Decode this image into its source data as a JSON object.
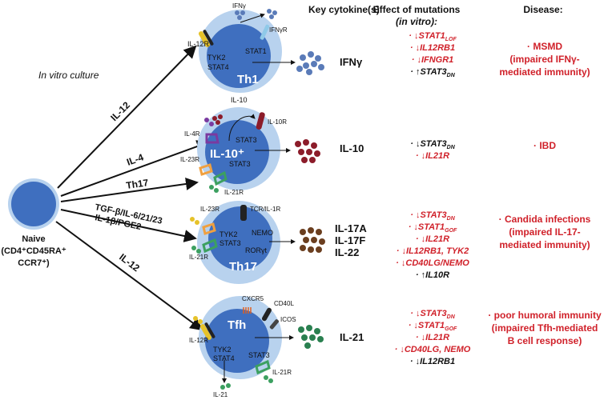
{
  "headers": {
    "key_cytokines": "Key cytokine(s)",
    "effect_line1": "Effect of mutations",
    "effect_line2": "(in vitro):",
    "disease": "Disease:"
  },
  "culture_label": "In vitro culture",
  "naive": {
    "line1": "Naive",
    "line2": "(CD4⁺CD45RA⁺",
    "line3": "CCR7⁺)"
  },
  "arrow_labels": {
    "th1": "IL-12",
    "il10": "IL-4",
    "il10_th17": "Th17",
    "th17_a": "TGF-β/IL-6/21/23",
    "th17_b": "IL-1β/PGE2",
    "tfh": "IL-12"
  },
  "cells": {
    "th1": {
      "name": "Th1",
      "receptor_in": "IL-12R",
      "kinase": "TYK2",
      "stat_a": "STAT4",
      "stat_b": "STAT1",
      "cytokine_top": "IFNγ",
      "receptor_top": "IFNγR",
      "output": "IFNγ"
    },
    "il10": {
      "name": "IL-10⁺",
      "cytokine_top": "IL-10",
      "receptor_top": "IL-10R",
      "receptor_in": "IL-4R",
      "receptor_in2": "IL-23R",
      "receptor_in3": "IL-21R",
      "stat_a": "STAT3",
      "stat_b": "STAT3",
      "output": "IL-10"
    },
    "th17": {
      "name": "Th17",
      "receptor_in": "IL-23R",
      "receptor_in2": "IL-21R",
      "receptor_top": "TCR/IL-1R",
      "kinase": "TYK2",
      "stat_a": "STAT3",
      "nemo": "NEMO",
      "ror": "RORγt",
      "outputs": [
        "IL-17A",
        "IL-17F",
        "IL-22"
      ]
    },
    "tfh": {
      "name": "Tfh",
      "receptor_in": "IL-12R",
      "receptor_cx": "CXCR5",
      "receptor_cd": "CD40L",
      "receptor_icos": "ICOS",
      "kinase": "TYK2",
      "stat_a": "STAT4",
      "stat_b": "STAT3",
      "receptor_out": "IL-21R",
      "cytokine_bottom": "IL-21",
      "output": "IL-21"
    }
  },
  "mutations": {
    "th1": [
      "↓STAT1",
      "↓IL12RB1",
      "↓IFNGR1",
      "↑STAT3"
    ],
    "th1_sub": [
      "LOF",
      "",
      "",
      "DN"
    ],
    "th1_red": [
      true,
      true,
      true,
      false
    ],
    "il10": [
      "↓STAT3",
      "↓IL21R"
    ],
    "il10_sub": [
      "DN",
      ""
    ],
    "il10_red": [
      false,
      true
    ],
    "th17": [
      "↓STAT3",
      "↓STAT1",
      "↓IL21R",
      "↓IL12RB1, TYK2",
      "↓CD40LG/NEMO",
      "↑IL10R"
    ],
    "th17_sub": [
      "DN",
      "GOF",
      "",
      "",
      "",
      ""
    ],
    "th17_red": [
      true,
      true,
      true,
      true,
      true,
      false
    ],
    "tfh": [
      "↓STAT3",
      "↓STAT1",
      "↓IL21R",
      "↓CD40LG, NEMO",
      "↓IL12RB1"
    ],
    "tfh_sub": [
      "DN",
      "GOF",
      "",
      "",
      ""
    ],
    "tfh_red": [
      true,
      true,
      true,
      true,
      false
    ]
  },
  "diseases": {
    "th1": [
      "MSMD",
      "(impaired IFNγ-",
      "mediated immunity)"
    ],
    "il10": [
      "IBD"
    ],
    "th17": [
      "Candida infections",
      "(impaired IL-17-",
      "mediated immunity)"
    ],
    "tfh": [
      "poor humoral immunity",
      "(impaired Tfh-mediated",
      "B cell response)"
    ]
  },
  "colors": {
    "cell_outer": "#b8d2ee",
    "cell_inner": "#3f6fbf",
    "naive": "#3f6fbf",
    "red_text": "#d0212a",
    "ifng_dots": "#5a7bb8",
    "il10_dots": "#8c1c2a",
    "il17_dots": "#6b3e1f",
    "il21_dots": "#2a8050",
    "receptor_yellow": "#e6c229",
    "receptor_purple": "#7a3aa0",
    "receptor_orange": "#f0a040",
    "receptor_green": "#3ca060",
    "receptor_darkred": "#8c1c2a",
    "receptor_black": "#222222",
    "cxcr5_orange": "#e06020"
  }
}
